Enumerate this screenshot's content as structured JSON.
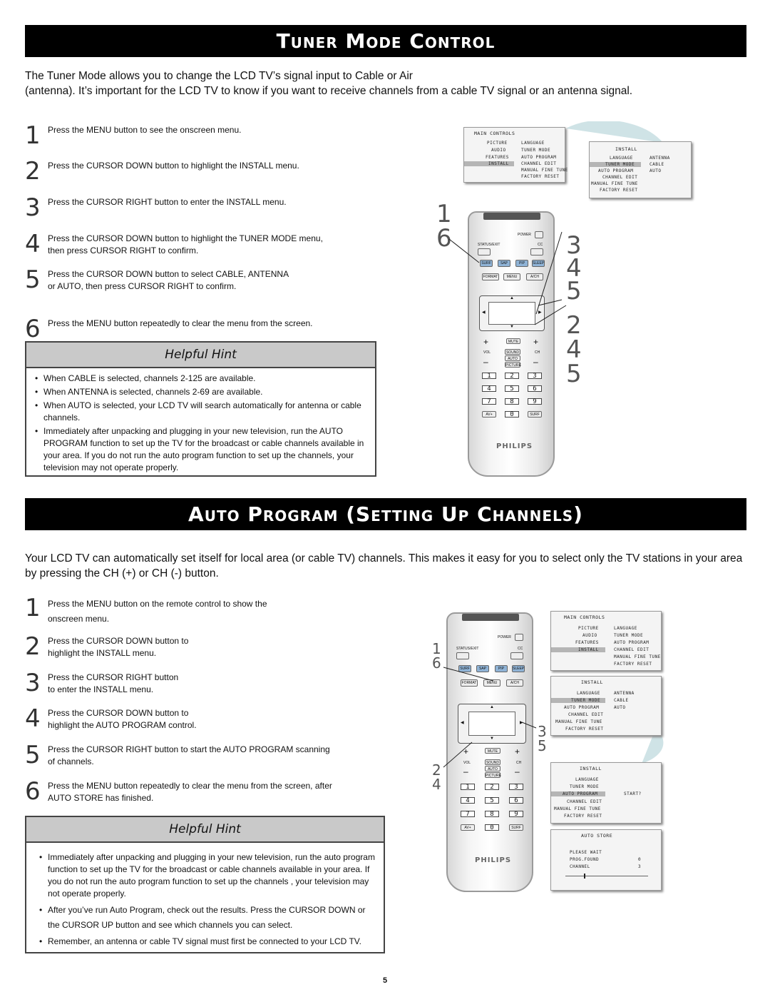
{
  "section1": {
    "title": "Tuner Mode Control",
    "intro_line1": "The Tuner Mode allows you to change the LCD TV’s signal input to Cable or Air",
    "intro_line2": "(antenna). It’s important for the LCD TV to know if you want to receive channels from a cable TV signal or an antenna signal.",
    "steps": [
      {
        "num": "1",
        "text": "Press the MENU button to see the onscreen menu."
      },
      {
        "num": "2",
        "text": "Press the CURSOR DOWN button to highlight the INSTALL menu."
      },
      {
        "num": "3",
        "text": "Press the CURSOR RIGHT button to enter the INSTALL menu."
      },
      {
        "num": "4",
        "text_l1": "Press the CURSOR DOWN button to highlight the TUNER MODE menu,",
        "text_l2": "then press CURSOR RIGHT to confirm."
      },
      {
        "num": "5",
        "text_l1": "Press the CURSOR DOWN button to select CABLE, ANTENNA",
        "text_l2": "or AUTO, then press CURSOR RIGHT to confirm."
      },
      {
        "num": "6",
        "text": "Press the MENU button repeatedly to clear the menu from the screen."
      }
    ],
    "hint": {
      "title": "Helpful Hint",
      "items": [
        "When CABLE is selected, channels 2-125 are available.",
        "When ANTENNA is selected, channels 2-69 are available.",
        "When AUTO is selected, your LCD TV will search automatically for antenna or cable channels.",
        "Immediately after unpacking and plugging in your new television, run the AUTO PROGRAM function to set up the TV for the broadcast or cable channels available in your area. If you do not run the auto program function to set up the channels, your television may not operate properly."
      ]
    },
    "callouts_left": [
      "1",
      "6"
    ],
    "callouts_right": [
      "3",
      "4",
      "5",
      "2",
      "4",
      "5"
    ]
  },
  "section2": {
    "title": "Auto Program (Setting Up Channels)",
    "intro": "Your LCD TV can automatically set itself for local area (or cable TV) channels. This makes it easy for you to select only the TV stations in your area by pressing the CH (+) or CH (-) button.",
    "steps": [
      {
        "num": "1",
        "text_l1": "Press the MENU button on the remote control to show the",
        "text_l2": "onscreen menu."
      },
      {
        "num": "2",
        "text_l1": "Press the CURSOR DOWN button to",
        "text_l2": "highlight the INSTALL menu."
      },
      {
        "num": "3",
        "text_l1": "Press the CURSOR RIGHT button",
        "text_l2": "to enter the INSTALL menu."
      },
      {
        "num": "4",
        "text_l1": "Press the CURSOR DOWN button to",
        "text_l2": "highlight the AUTO PROGRAM control."
      },
      {
        "num": "5",
        "text_l1": "Press the CURSOR RIGHT button to start the AUTO PROGRAM scanning",
        "text_l2": "of channels."
      },
      {
        "num": "6",
        "text_l1": "Press the MENU button repeatedly to clear the menu from the screen, after",
        "text_l2": "AUTO STORE has finished."
      }
    ],
    "hint": {
      "title": "Helpful Hint",
      "items": [
        "Immediately after unpacking and plugging in your new television, run the auto program function to set up the TV for the broadcast or cable channels available in your area. If you do not run the auto program function to set up the channels , your television may not operate properly.",
        "After you’ve run Auto Program, check out the results. Press the CURSOR DOWN or the CURSOR UP button and see which channels you can select.",
        "Remember, an antenna or cable TV signal must first be connected to your LCD TV."
      ]
    },
    "callouts_left": [
      "1",
      "6",
      "2",
      "4"
    ],
    "callouts_right": [
      "3",
      "5"
    ]
  },
  "remote": {
    "power": "POWER",
    "status_exit": "STATUS/EXIT",
    "cc": "CC",
    "surf": "SURF",
    "sap": "SAP",
    "pip": "PIP",
    "sleep": "SLEEP",
    "format": "FORMAT",
    "menu": "MENU",
    "ach": "A/CH",
    "mute": "MUTE",
    "vol": "VOL",
    "ch": "CH",
    "sound": "SOUND",
    "auto": "AUTO",
    "picture": "PICTURE",
    "avplus": "AV+",
    "surf2": "SURF",
    "digits": [
      "1",
      "2",
      "3",
      "4",
      "5",
      "6",
      "7",
      "8",
      "9",
      "0"
    ],
    "brand": "PHILIPS",
    "plus": "+",
    "minus": "–"
  },
  "menus": {
    "main": {
      "title": "MAIN CONTROLS",
      "left": [
        "PICTURE",
        "AUDIO",
        "FEATURES",
        "INSTALL"
      ],
      "right": [
        "LANGUAGE",
        "TUNER MODE",
        "AUTO PROGRAM",
        "CHANNEL EDIT",
        "MANUAL FINE TUNE",
        "FACTORY RESET"
      ]
    },
    "install": {
      "title": "INSTALL",
      "left": [
        "LANGUAGE",
        "TUNER MODE",
        "AUTO PROGRAM",
        "CHANNEL EDIT",
        "MANUAL FINE TUNE",
        "FACTORY RESET"
      ],
      "right": [
        "ANTENNA",
        "CABLE",
        "AUTO"
      ]
    },
    "install_auto": {
      "title": "INSTALL",
      "left": [
        "LANGUAGE",
        "TUNER MODE",
        "AUTO PROGRAM",
        "CHANNEL EDIT",
        "MANUAL FINE TUNE",
        "FACTORY RESET"
      ],
      "start": "START?"
    },
    "auto_store": {
      "title": "AUTO STORE",
      "rows": [
        {
          "label": "PLEASE WAIT",
          "value": ""
        },
        {
          "label": "PROG.FOUND",
          "value": "0"
        },
        {
          "label": "CHANNEL",
          "value": "3"
        }
      ]
    },
    "arrow": "▸"
  },
  "page_number": "5"
}
